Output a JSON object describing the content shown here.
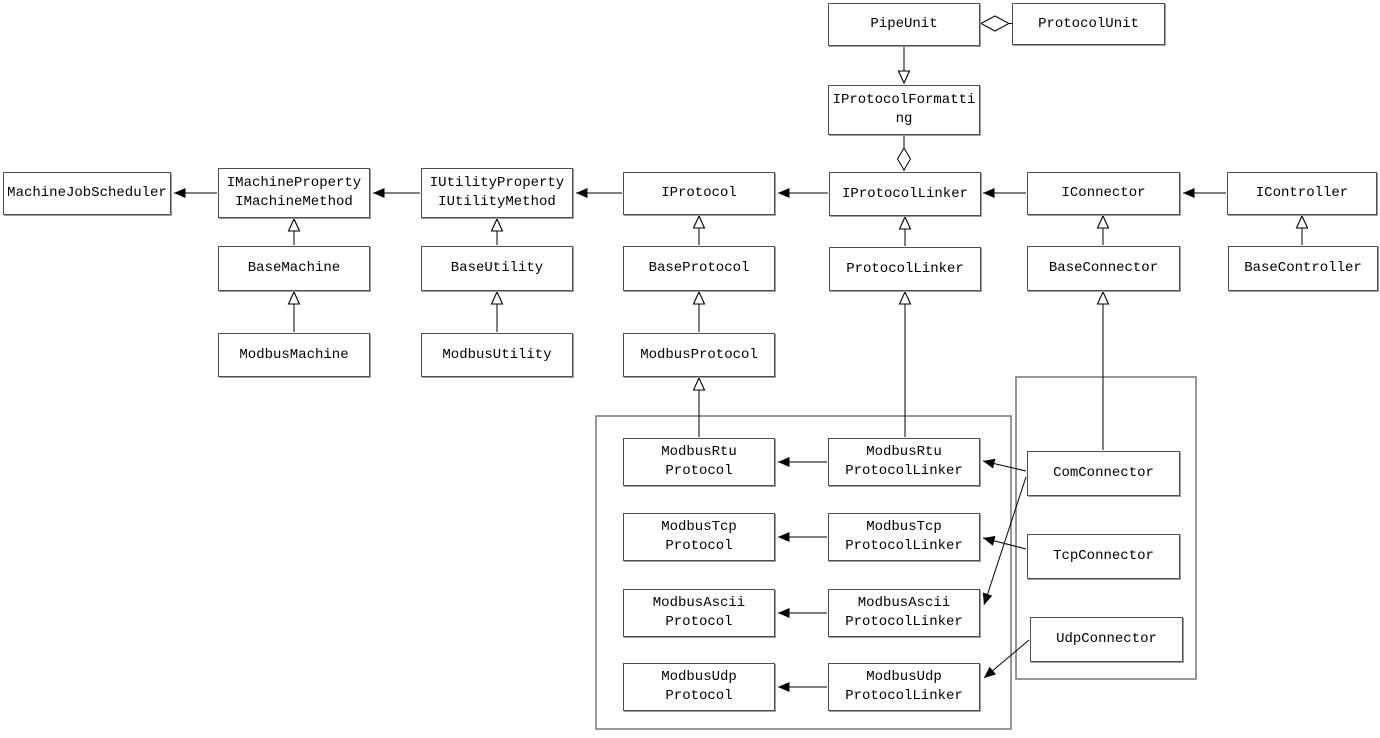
{
  "diagram": {
    "type": "uml-class-diagram",
    "colors": {
      "background": "#ffffff",
      "box_fill": "#ffffff",
      "box_border": "#4f4f4f",
      "container_border": "#757575",
      "line": "#000000",
      "text": "#000000"
    },
    "nodes": {
      "pipe_unit": {
        "label": "PipeUnit"
      },
      "protocol_unit": {
        "label": "ProtocolUnit"
      },
      "iprotocol_formatting": {
        "label": "IProtocolFormatti\nng"
      },
      "machine_job_scheduler": {
        "label": "MachineJobScheduler"
      },
      "imachine": {
        "label": "IMachineProperty\nIMachineMethod"
      },
      "iutility": {
        "label": "IUtilityProperty\nIUtilityMethod"
      },
      "iprotocol": {
        "label": "IProtocol"
      },
      "iprotocol_linker": {
        "label": "IProtocolLinker"
      },
      "iconnector": {
        "label": "IConnector"
      },
      "icontroller": {
        "label": "IController"
      },
      "base_machine": {
        "label": "BaseMachine"
      },
      "base_utility": {
        "label": "BaseUtility"
      },
      "base_protocol": {
        "label": "BaseProtocol"
      },
      "protocol_linker": {
        "label": "ProtocolLinker"
      },
      "base_connector": {
        "label": "BaseConnector"
      },
      "base_controller": {
        "label": "BaseController"
      },
      "modbus_machine": {
        "label": "ModbusMachine"
      },
      "modbus_utility": {
        "label": "ModbusUtility"
      },
      "modbus_protocol": {
        "label": "ModbusProtocol"
      },
      "modbus_rtu_protocol": {
        "label": "ModbusRtu\nProtocol"
      },
      "modbus_rtu_protocol_linker": {
        "label": "ModbusRtu\nProtocolLinker"
      },
      "modbus_tcp_protocol": {
        "label": "ModbusTcp\nProtocol"
      },
      "modbus_tcp_protocol_linker": {
        "label": "ModbusTcp\nProtocolLinker"
      },
      "modbus_ascii_protocol": {
        "label": "ModbusAscii\nProtocol"
      },
      "modbus_ascii_protocol_linker": {
        "label": "ModbusAscii\nProtocolLinker"
      },
      "modbus_udp_protocol": {
        "label": "ModbusUdp\nProtocol"
      },
      "modbus_udp_protocol_linker": {
        "label": "ModbusUdp\nProtocolLinker"
      },
      "com_connector": {
        "label": "ComConnector"
      },
      "tcp_connector": {
        "label": "TcpConnector"
      },
      "udp_connector": {
        "label": "UdpConnector"
      }
    },
    "edges": [
      {
        "from": "pipe_unit",
        "to": "protocol_unit",
        "type": "aggregation"
      },
      {
        "from": "pipe_unit",
        "to": "iprotocol_formatting",
        "type": "realization"
      },
      {
        "from": "iprotocol_linker",
        "to": "iprotocol_formatting",
        "type": "aggregation"
      },
      {
        "from": "imachine",
        "to": "machine_job_scheduler",
        "type": "association"
      },
      {
        "from": "iutility",
        "to": "imachine",
        "type": "association"
      },
      {
        "from": "iprotocol",
        "to": "iutility",
        "type": "association"
      },
      {
        "from": "iprotocol_linker",
        "to": "iprotocol",
        "type": "association"
      },
      {
        "from": "iconnector",
        "to": "iprotocol_linker",
        "type": "association"
      },
      {
        "from": "icontroller",
        "to": "iconnector",
        "type": "association"
      },
      {
        "from": "base_machine",
        "to": "imachine",
        "type": "inheritance"
      },
      {
        "from": "modbus_machine",
        "to": "base_machine",
        "type": "inheritance"
      },
      {
        "from": "base_utility",
        "to": "iutility",
        "type": "inheritance"
      },
      {
        "from": "modbus_utility",
        "to": "base_utility",
        "type": "inheritance"
      },
      {
        "from": "base_protocol",
        "to": "iprotocol",
        "type": "inheritance"
      },
      {
        "from": "modbus_protocol",
        "to": "base_protocol",
        "type": "inheritance"
      },
      {
        "from": "protocol_linker",
        "to": "iprotocol_linker",
        "type": "inheritance"
      },
      {
        "from": "base_connector",
        "to": "iconnector",
        "type": "inheritance"
      },
      {
        "from": "base_controller",
        "to": "icontroller",
        "type": "inheritance"
      },
      {
        "from": "modbus_rtu_protocol",
        "to": "modbus_protocol",
        "type": "inheritance"
      },
      {
        "from": "modbus_rtu_protocol_linker",
        "to": "protocol_linker",
        "type": "inheritance"
      },
      {
        "from": "com_connector",
        "to": "base_connector",
        "type": "inheritance"
      },
      {
        "from": "modbus_rtu_protocol_linker",
        "to": "modbus_rtu_protocol",
        "type": "association"
      },
      {
        "from": "modbus_tcp_protocol_linker",
        "to": "modbus_tcp_protocol",
        "type": "association"
      },
      {
        "from": "modbus_ascii_protocol_linker",
        "to": "modbus_ascii_protocol",
        "type": "association"
      },
      {
        "from": "modbus_udp_protocol_linker",
        "to": "modbus_udp_protocol",
        "type": "association"
      },
      {
        "from": "com_connector",
        "to": "modbus_rtu_protocol_linker",
        "type": "association"
      },
      {
        "from": "com_connector",
        "to": "modbus_ascii_protocol_linker",
        "type": "association"
      },
      {
        "from": "tcp_connector",
        "to": "modbus_tcp_protocol_linker",
        "type": "association"
      },
      {
        "from": "udp_connector",
        "to": "modbus_udp_protocol_linker",
        "type": "association"
      }
    ]
  }
}
